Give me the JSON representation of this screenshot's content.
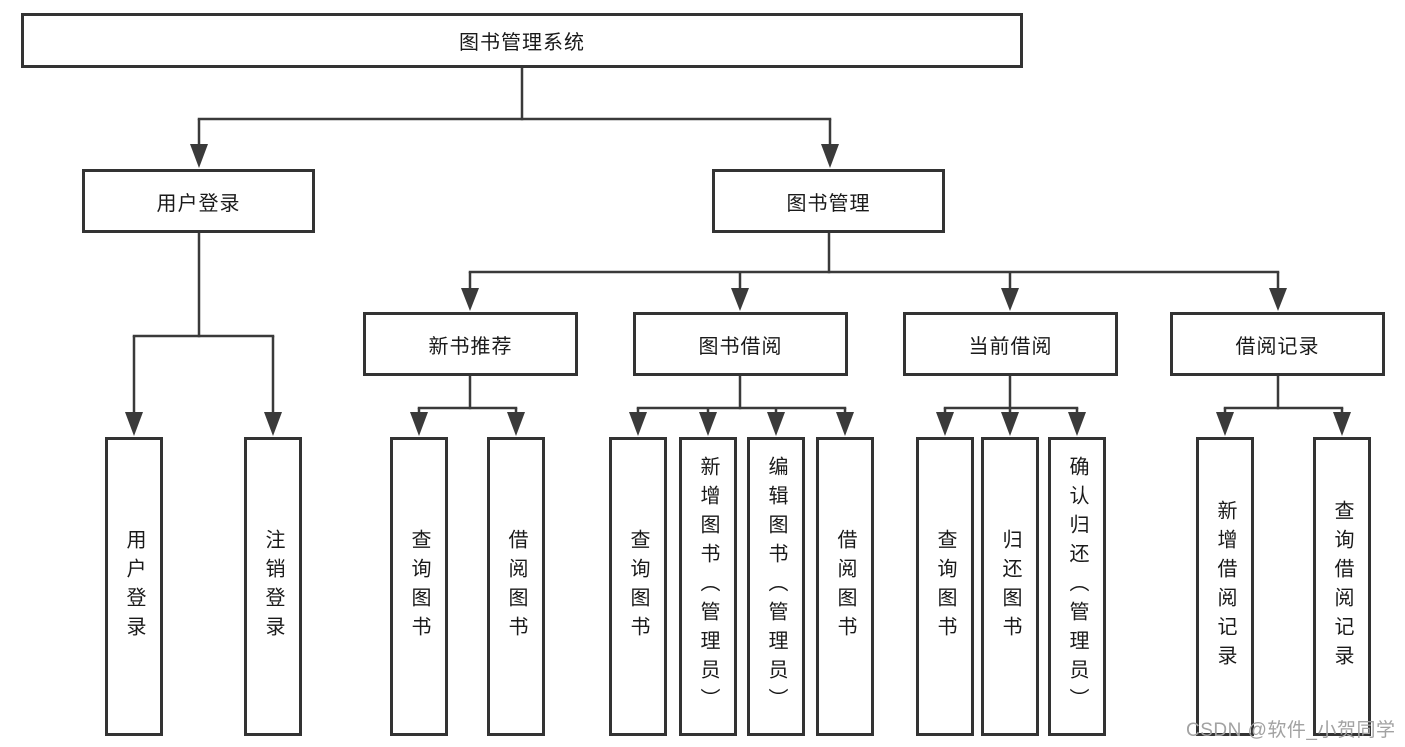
{
  "nodes": {
    "root": "图书管理系统",
    "level2": {
      "user_login": "用户登录",
      "book_management": "图书管理"
    },
    "level3": {
      "new_book_recommend": "新书推荐",
      "book_borrowing": "图书借阅",
      "current_borrowing": "当前借阅",
      "borrowing_records": "借阅记录"
    },
    "leaves": {
      "user_login": "用户登录",
      "logout": "注销登录",
      "nbr_query_books": "查询图书",
      "nbr_borrow_books": "借阅图书",
      "bb_query_books": "查询图书",
      "bb_add_books_admin": "新增图书（管理员）",
      "bb_edit_books_admin": "编辑图书（管理员）",
      "bb_borrow_books": "借阅图书",
      "cb_query_books": "查询图书",
      "cb_return_books": "归还图书",
      "cb_confirm_return_admin": "确认归还（管理员）",
      "br_add_record": "新增借阅记录",
      "br_query_record": "查询借阅记录"
    }
  },
  "hierarchy": {
    "图书管理系统": {
      "用户登录": [
        "用户登录",
        "注销登录"
      ],
      "图书管理": {
        "新书推荐": [
          "查询图书",
          "借阅图书"
        ],
        "图书借阅": [
          "查询图书",
          "新增图书（管理员）",
          "编辑图书（管理员）",
          "借阅图书"
        ],
        "当前借阅": [
          "查询图书",
          "归还图书",
          "确认归还（管理员）"
        ],
        "借阅记录": [
          "新增借阅记录",
          "查询借阅记录"
        ]
      }
    }
  },
  "watermark": "CSDN @软件_小贺同学",
  "colors": {
    "line": "#3a3a3a",
    "border": "#333333",
    "text": "#1a1a1a",
    "watermark": "#a2a2a2",
    "background": "#ffffff"
  }
}
